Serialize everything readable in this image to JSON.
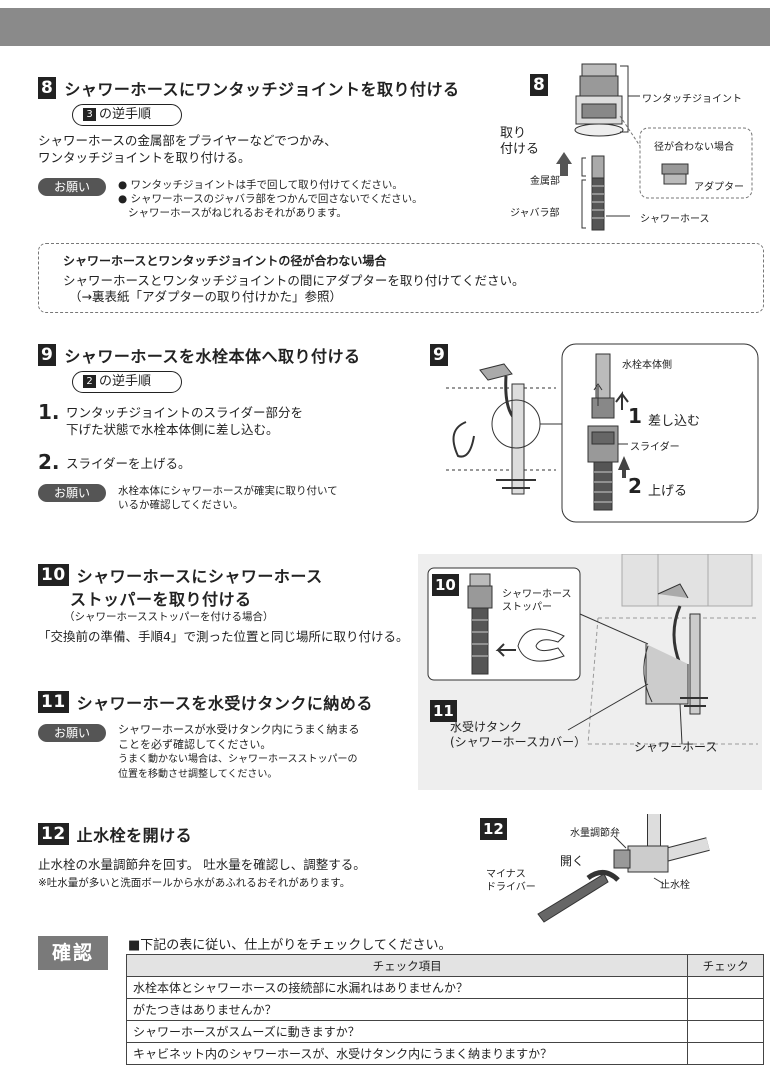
{
  "steps": {
    "s8": {
      "num": "8",
      "title": "シャワーホースにワンタッチジョイントを取り付ける",
      "reverse_num": "3",
      "reverse_label": "の逆手順",
      "text1": "シャワーホースの金属部をプライヤーなどでつかみ、",
      "text2": "ワンタッチジョイントを取り付ける。",
      "onegai_label": "お願い",
      "note1": "● ワンタッチジョイントは手で回して取り付けてください。",
      "note2": "● シャワーホースのジャバラ部をつかんで回さないでください。",
      "note3": "シャワーホースがねじれるおそれがあります。",
      "diagram": {
        "num": "8",
        "label_joint": "ワンタッチジョイント",
        "label_attach1": "取り",
        "label_attach2": "付ける",
        "label_mismatch": "径が合わない場合",
        "label_adapter": "アダプター",
        "label_metal": "金属部",
        "label_bellows": "ジャバラ部",
        "label_hose": "シャワーホース"
      }
    },
    "infobox": {
      "title": "シャワーホースとワンタッチジョイントの径が合わない場合",
      "line1": "シャワーホースとワンタッチジョイントの間にアダプターを取り付けてください。",
      "line2": "（→裏表紙「アダプターの取り付けかた」参照）"
    },
    "s9": {
      "num": "9",
      "title": "シャワーホースを水栓本体へ取り付ける",
      "reverse_num": "2",
      "reverse_label": "の逆手順",
      "sub1_num": "1.",
      "sub1_l1": "ワンタッチジョイントのスライダー部分を",
      "sub1_l2": "下げた状態で水栓本体側に差し込む。",
      "sub2_num": "2.",
      "sub2_l1": "スライダーを上げる。",
      "onegai_label": "お願い",
      "note1": "水栓本体にシャワーホースが確実に取り付いて",
      "note2": "いるか確認してください。",
      "diagram": {
        "num": "9",
        "label_body": "水栓本体側",
        "label_insert_num": "1",
        "label_insert": "差し込む",
        "label_slider": "スライダー",
        "label_raise_num": "2",
        "label_raise": "上げる"
      }
    },
    "s10": {
      "num": "10",
      "title1": "シャワーホースにシャワーホース",
      "title2": "ストッパーを取り付ける",
      "sub": "（シャワーホースストッパーを付ける場合）",
      "text": "「交換前の準備、手順4」で測った位置と同じ場所に取り付ける。",
      "diagram": {
        "num": "10",
        "label_stopper1": "シャワーホース",
        "label_stopper2": "ストッパー"
      }
    },
    "s11": {
      "num": "11",
      "title": "シャワーホースを水受けタンクに納める",
      "onegai_label": "お願い",
      "note1": "シャワーホースが水受けタンク内にうまく納まる",
      "note2": "ことを必ず確認してください。",
      "note3": "うまく動かない場合は、シャワーホースストッパーの",
      "note4": "位置を移動させ調整してください。",
      "diagram": {
        "num": "11",
        "label_tank1": "水受けタンク",
        "label_tank2": "(シャワーホースカバー）",
        "label_hose": "シャワーホース"
      }
    },
    "s12": {
      "num": "12",
      "title": "止水栓を開ける",
      "text": "止水栓の水量調節弁を回す。 吐水量を確認し、調整する。",
      "note": "※吐水量が多いと洗面ボールから水があふれるおそれがあります。",
      "diagram": {
        "num": "12",
        "label_valve": "水量調節弁",
        "label_open": "開く",
        "label_driver1": "マイナス",
        "label_driver2": "ドライバー",
        "label_stop": "止水栓"
      }
    }
  },
  "check": {
    "badge": "確認",
    "intro": "■下記の表に従い、仕上がりをチェックしてください。",
    "head_item": "チェック項目",
    "head_check": "チェック",
    "rows": [
      "水栓本体とシャワーホースの接続部に水漏れはありませんか？",
      "がたつきはありませんか？",
      "シャワーホースがスムーズに動きますか？",
      "キャビネット内のシャワーホースが、水受けタンク内にうまく納まりますか？"
    ]
  },
  "colors": {
    "header_bar": "#8a8a8a",
    "badge": "#555555",
    "step_number_bg": "#222222"
  }
}
